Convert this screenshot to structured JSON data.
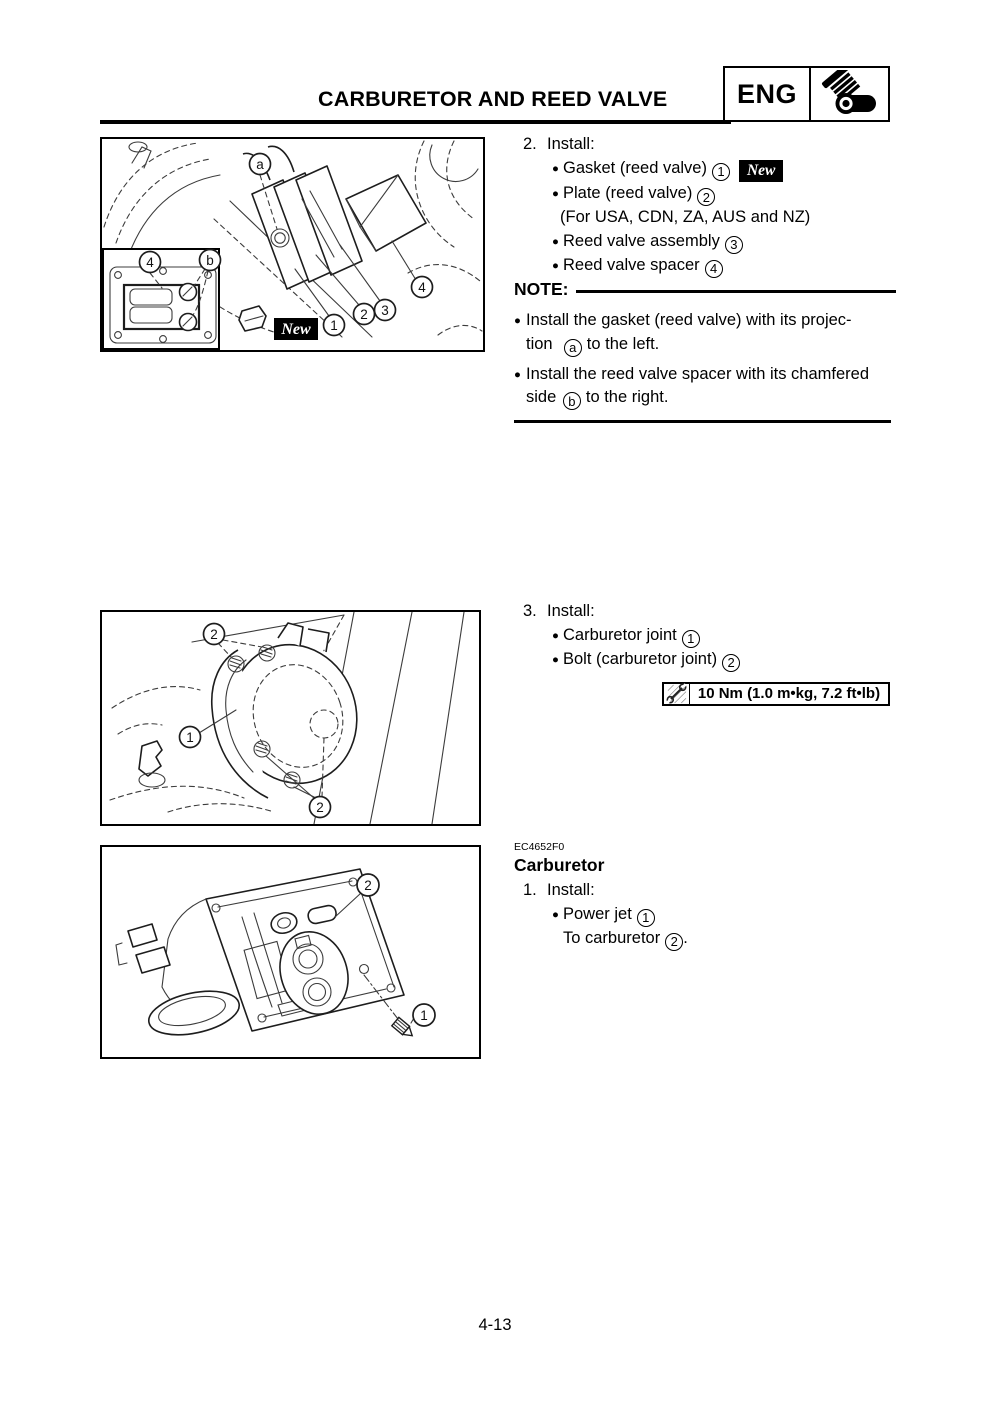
{
  "header": {
    "title": "CARBURETOR AND REED VALVE",
    "eng_label": "ENG"
  },
  "figure1": {
    "badge": "New",
    "callouts": {
      "projection": "a",
      "spacer_right": "4",
      "gasket": "1",
      "plate": "2",
      "assembly": "3",
      "inset_spacer": "4",
      "inset_chamfer": "b"
    }
  },
  "step2": {
    "number": "2.",
    "title": "Install:",
    "items": [
      {
        "text": "Gasket (reed valve)",
        "callout": "1",
        "badge": "New"
      },
      {
        "text": "Plate (reed valve)",
        "callout": "2"
      },
      {
        "text": "Reed valve assembly",
        "callout": "3"
      },
      {
        "text": "Reed valve spacer",
        "callout": "4"
      }
    ],
    "region_note": "(For USA, CDN, ZA, AUS and NZ)"
  },
  "note": {
    "heading": "NOTE:",
    "items": [
      {
        "pre": "Install the gasket (reed valve) with its projec-\ntion  ",
        "circle": "a",
        "post": "to the left."
      },
      {
        "pre": "Install the reed valve spacer with its chamfered\nside ",
        "circle": "b",
        "post": "to the right."
      }
    ]
  },
  "figure2": {
    "callouts": {
      "bolts_top": "2",
      "joint": "1",
      "bolts_bottom": "2"
    }
  },
  "step3": {
    "number": "3.",
    "title": "Install:",
    "items": [
      {
        "text": "Carburetor joint",
        "callout": "1"
      },
      {
        "text": "Bolt (carburetor joint)",
        "callout": "2"
      }
    ],
    "torque": "10 Nm (1.0 m•kg, 7.2 ft•lb)"
  },
  "figure3": {
    "callouts": {
      "carburetor": "2",
      "power_jet": "1"
    }
  },
  "carburetor_section": {
    "code": "EC4652F0",
    "heading": "Carburetor",
    "number": "1.",
    "title": "Install:",
    "items": [
      {
        "text": "Power jet",
        "callout": "1"
      }
    ],
    "destination": {
      "pre": "To carburetor",
      "circle": "2",
      "post": "."
    }
  },
  "footer": {
    "page_number": "4-13"
  }
}
